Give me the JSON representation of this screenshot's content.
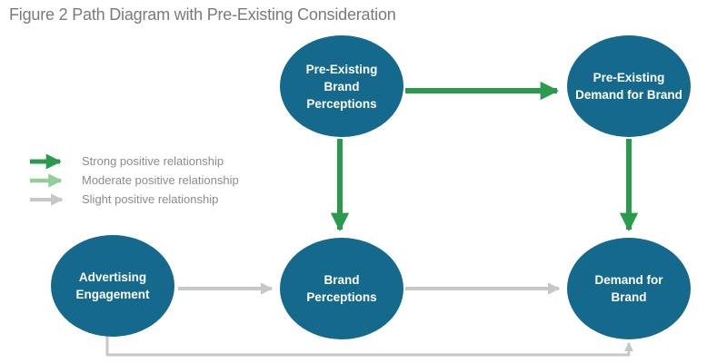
{
  "title": "Figure 2 Path Diagram with Pre-Existing Consideration",
  "legend": {
    "strong": {
      "icon": "strong-arrow-right-icon",
      "label": "Strong positive relationship",
      "color": "#2A9A4D"
    },
    "moderate": {
      "icon": "moderate-arrow-right-icon",
      "label": "Moderate positive relationship",
      "color": "#93CD97"
    },
    "slight": {
      "icon": "slight-arrow-right-icon",
      "label": "Slight positive relationship",
      "color": "#C7C7C7"
    }
  },
  "nodes": {
    "pre_existing_brand_perceptions": {
      "line1": "Pre-Existing",
      "line2": "Brand",
      "line3": "Perceptions"
    },
    "pre_existing_demand_for_brand": {
      "line1": "Pre-Existing",
      "line2": "Demand for Brand"
    },
    "advertising_engagement": {
      "line1": "Advertising",
      "line2": "Engagement"
    },
    "brand_perceptions": {
      "line1": "Brand",
      "line2": "Perceptions"
    },
    "demand_for_brand": {
      "line1": "Demand for",
      "line2": "Brand"
    }
  },
  "edges": [
    {
      "from": "Pre-Existing Brand Perceptions",
      "to": "Pre-Existing Demand for Brand",
      "strength": "strong"
    },
    {
      "from": "Pre-Existing Brand Perceptions",
      "to": "Brand Perceptions",
      "strength": "strong"
    },
    {
      "from": "Pre-Existing Demand for Brand",
      "to": "Demand for Brand",
      "strength": "strong"
    },
    {
      "from": "Advertising Engagement",
      "to": "Brand Perceptions",
      "strength": "slight"
    },
    {
      "from": "Brand Perceptions",
      "to": "Demand for Brand",
      "strength": "slight"
    },
    {
      "from": "Advertising Engagement",
      "to": "Demand for Brand",
      "strength": "slight"
    }
  ],
  "colors": {
    "node_fill": "#15698C",
    "node_text": "#FFFFFF",
    "strong_green": "#2A9A4D",
    "moderate_green": "#93CD97",
    "slight_gray": "#C7C7C7",
    "title_text": "#7A7A7A",
    "legend_text": "#8C8C8C",
    "background": "#FFFFFF"
  }
}
